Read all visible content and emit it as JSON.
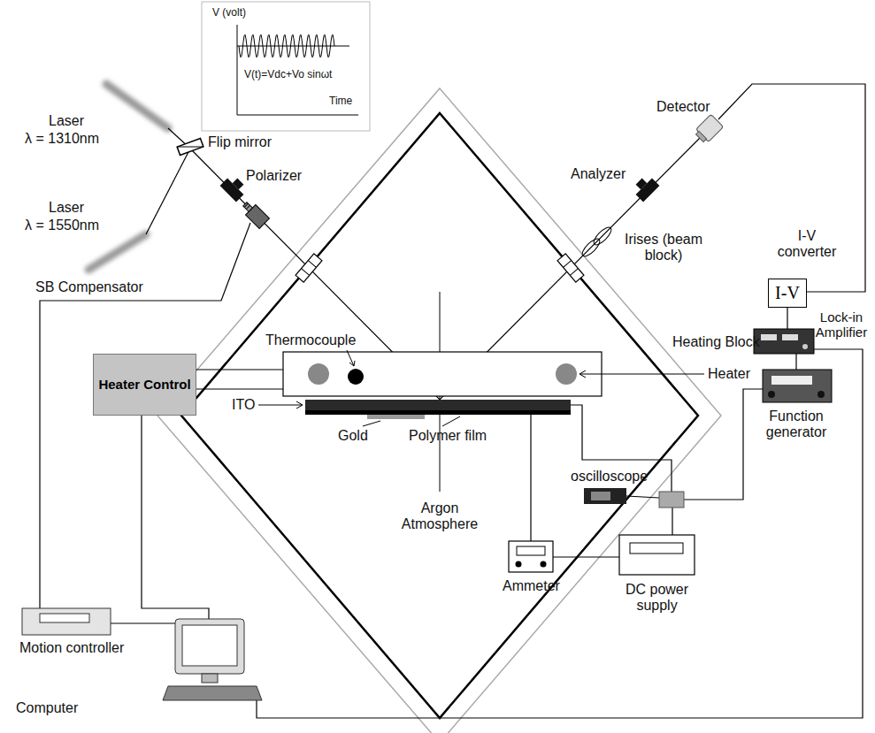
{
  "diagram": {
    "nodes": [
      {
        "text": [
          "Heater Control"
        ]
      },
      {
        "text": [
          "I-V"
        ]
      }
    ],
    "labels": [
      "V (volt)",
      "V(t)=Vdc+Vo sinωt",
      "Time",
      "Laser",
      "λ = 1310nm",
      "Flip mirror",
      "Laser",
      "λ = 1550nm",
      "Polarizer",
      "SB Compensator",
      "Detector",
      "Analyzer",
      "Irises (beam block)",
      "I-V converter",
      "Heating Block",
      "Thermocouple",
      "Heater",
      "Lock-in Amplifier",
      "ITO",
      "Gold",
      "Polymer film",
      "oscilloscope",
      "Function generator",
      "Argon Atmosphere",
      "Motion controller",
      "Ammeter",
      "DC power supply",
      "Computer"
    ]
  }
}
